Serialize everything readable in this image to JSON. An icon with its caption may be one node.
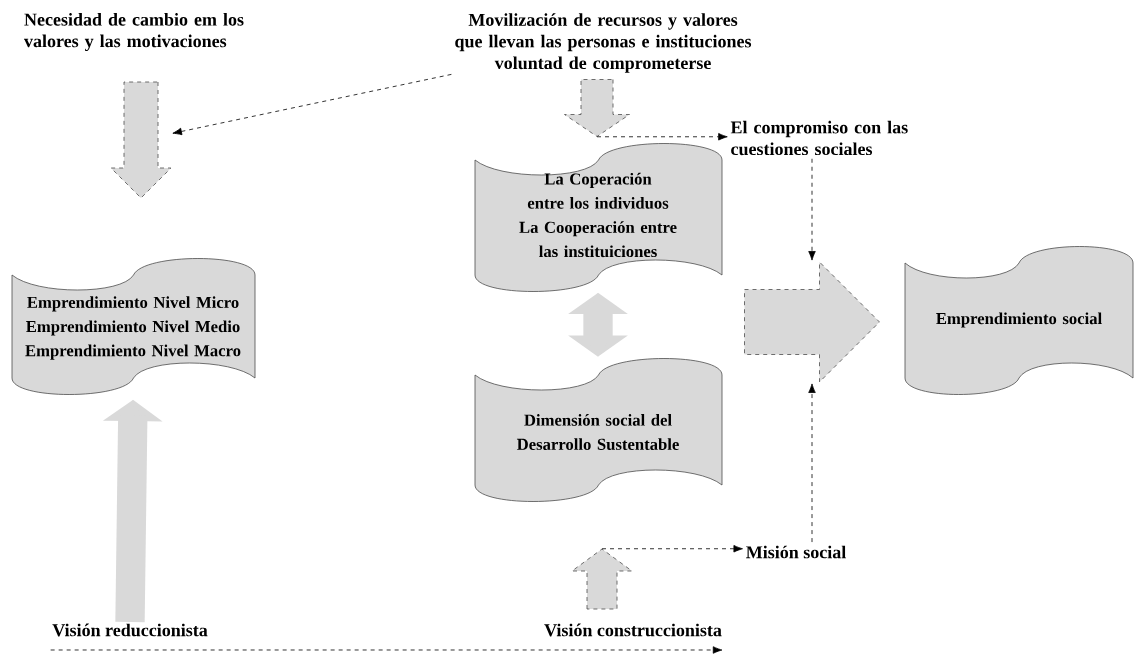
{
  "diagram": {
    "nodes": [
      {
        "text": [
          "Necesidad de cambio em los valores y las motivaciones"
        ]
      },
      {
        "text": [
          "Movilización de recursos y valores que llevan las personas e instituciones voluntad de comprometerse"
        ]
      },
      {
        "text": [],
        "shape": "arrow"
      },
      {
        "text": [
          "Emprendimiento Nivel Micro",
          "Emprendimiento Nivel Medio",
          "Emprendimiento Nivel Macro"
        ]
      },
      {
        "text": [],
        "shape": "arrow"
      },
      {
        "text": [
          "La Coperación entre los individuos",
          "La Cooperación entre las instituiciones"
        ]
      },
      {
        "text": [
          "El compromiso con las cuestiones sociales"
        ]
      },
      {
        "text": [],
        "shape": "arrow"
      },
      {
        "text": [
          "Dimensión social del Desarrollo Sustentable"
        ]
      },
      {
        "text": [
          "Emprendimiento social"
        ]
      },
      {
        "text": [],
        "shape": "arrow"
      },
      {
        "text": [
          "Misión social"
        ]
      },
      {
        "text": [
          "Visión reduccionista"
        ]
      },
      {
        "text": [
          "Visión construccionista"
        ]
      }
    ],
    "edges": [
      {
        "from": 1,
        "to": 2,
        "arrow": "to",
        "style": "dashed"
      },
      {
        "from": 4,
        "to": 6,
        "arrow": "to",
        "style": "dashed"
      },
      {
        "from": 6,
        "to": 7,
        "arrow": "to",
        "style": "dashed"
      },
      {
        "from": 11,
        "to": 7,
        "arrow": "to",
        "style": "dashed"
      },
      {
        "from": 10,
        "to": 11,
        "arrow": "to",
        "style": "dashed"
      },
      {
        "from": 5,
        "to": 8,
        "arrow": "both",
        "style": "thick",
        "color": "#d9d9d9"
      },
      {
        "from": 12,
        "to": 3,
        "arrow": "to",
        "style": "thick",
        "color": "#d9d9d9"
      },
      {
        "from": 12,
        "to": 13,
        "arrow": "to",
        "style": "dashed"
      }
    ]
  }
}
